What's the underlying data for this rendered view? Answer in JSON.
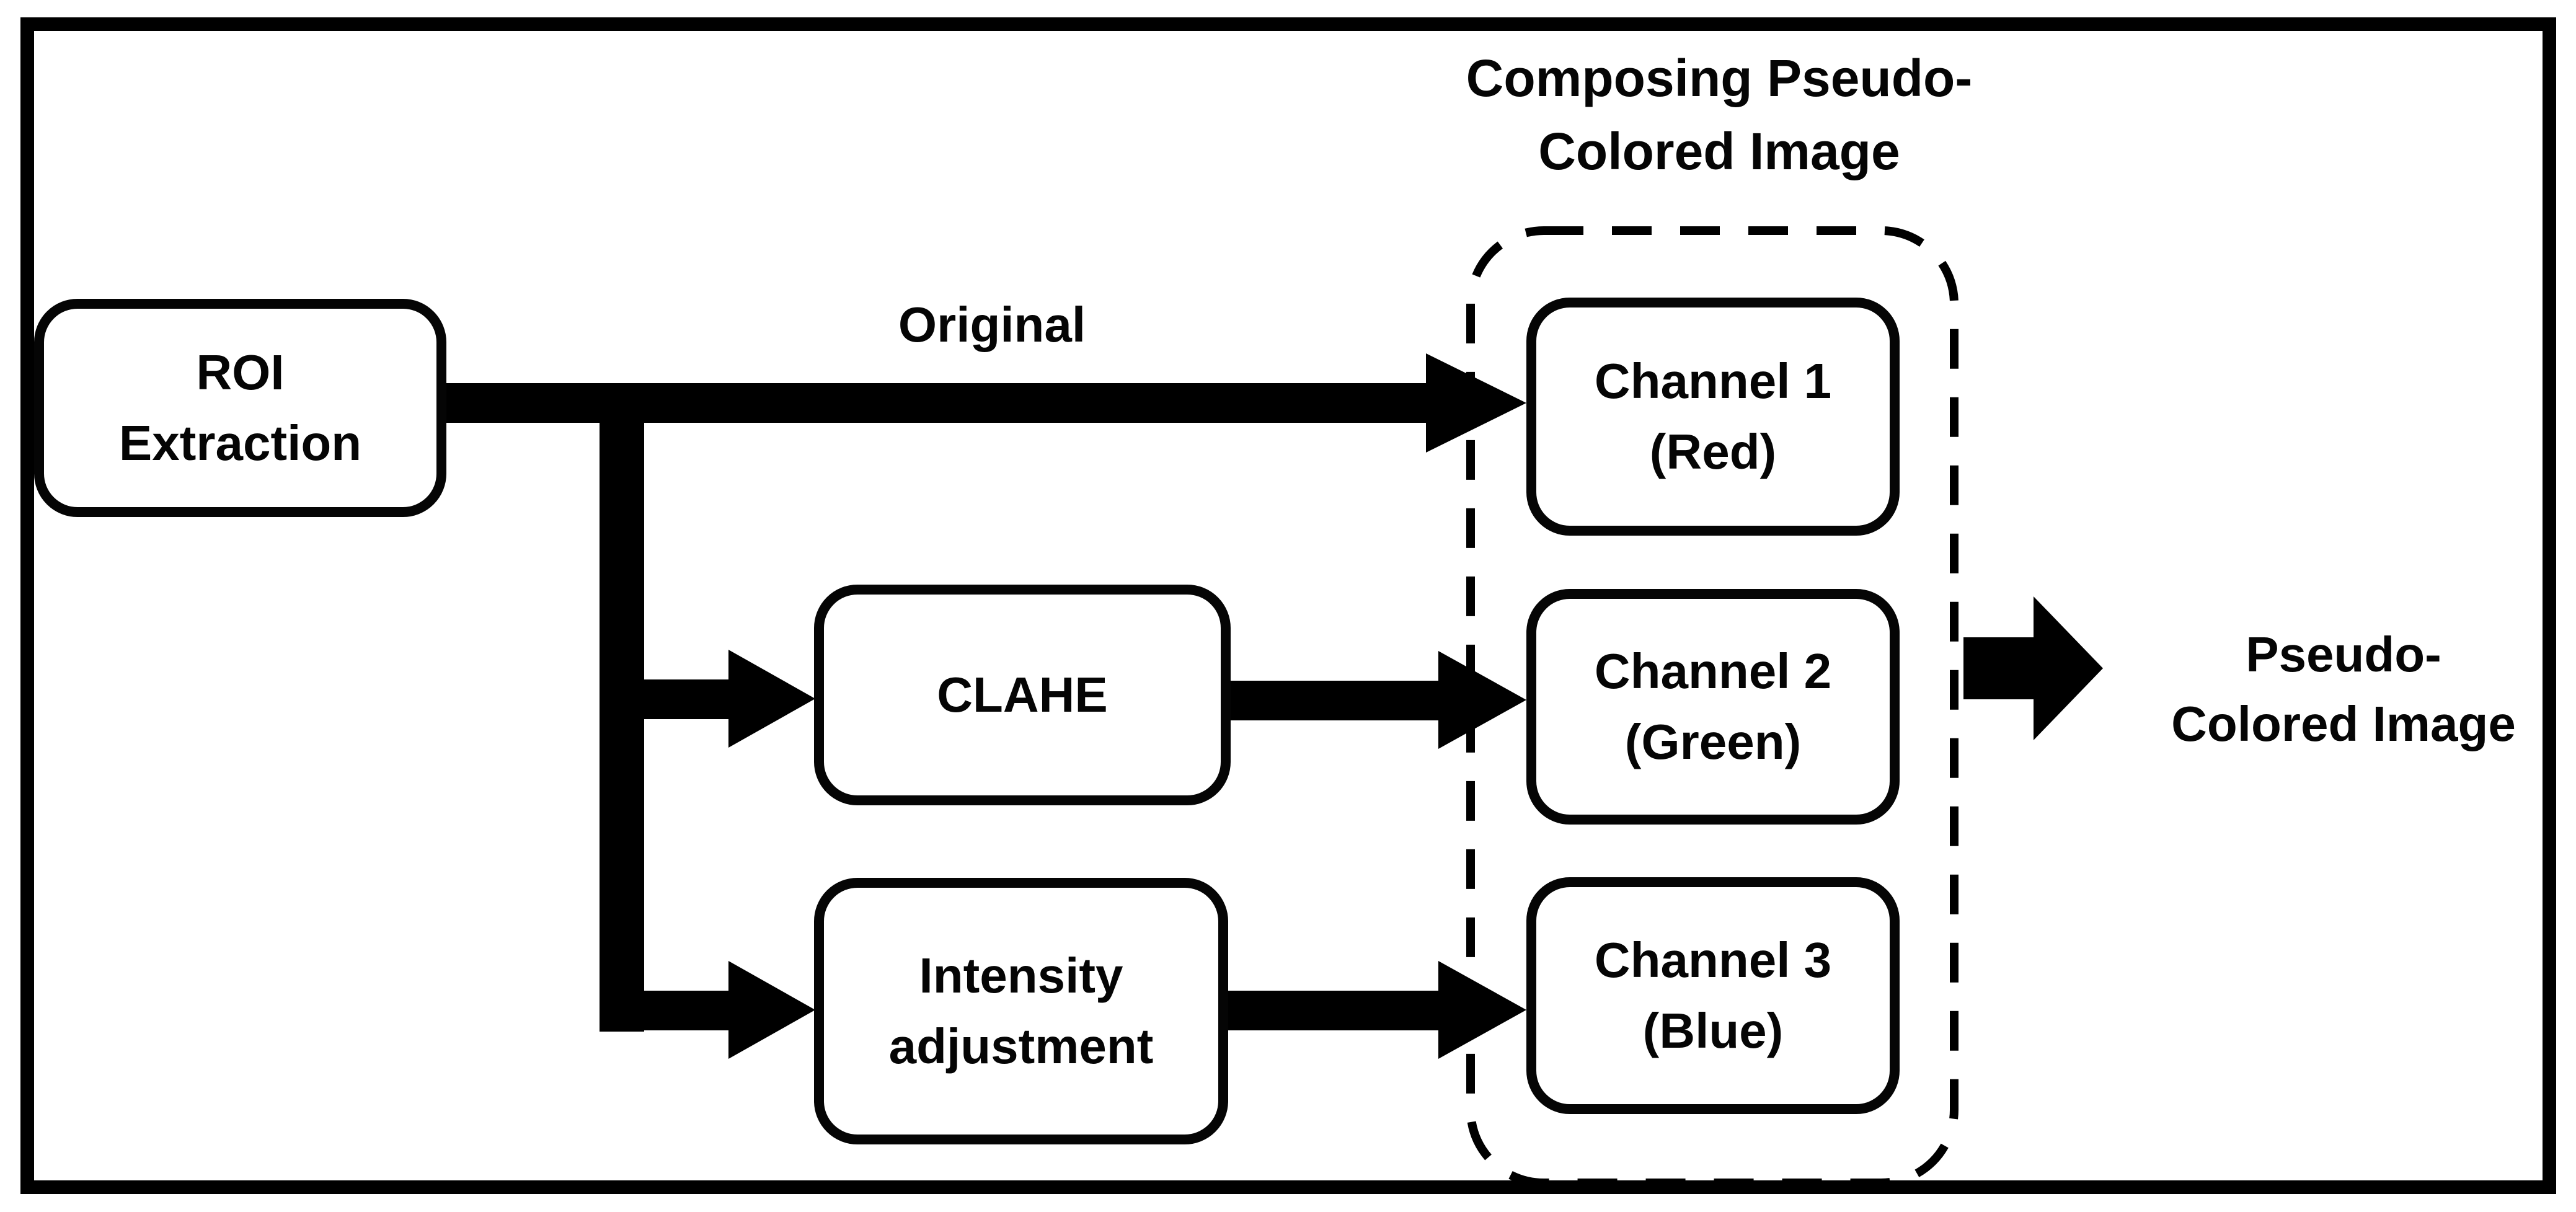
{
  "diagram": {
    "background_color": "#ffffff",
    "stroke_color": "#000000",
    "title": {
      "line1": "Composing Pseudo-",
      "line2": "Colored Image"
    },
    "nodes": {
      "roi": {
        "line1": "ROI",
        "line2": "Extraction"
      },
      "clahe": {
        "line1": "CLAHE"
      },
      "intensity": {
        "line1": "Intensity",
        "line2": "adjustment"
      },
      "channel1": {
        "line1": "Channel 1",
        "line2": "(Red)"
      },
      "channel2": {
        "line1": "Channel 2",
        "line2": "(Green)"
      },
      "channel3": {
        "line1": "Channel 3",
        "line2": "(Blue)"
      }
    },
    "edge_labels": {
      "original": "Original"
    },
    "output_label": {
      "line1": "Pseudo-",
      "line2": "Colored Image"
    },
    "edges": [
      {
        "from": "ROI Extraction",
        "to": "Channel 1 (Red)",
        "label": "Original"
      },
      {
        "from": "ROI Extraction",
        "to": "CLAHE",
        "label": ""
      },
      {
        "from": "ROI Extraction",
        "to": "Intensity adjustment",
        "label": ""
      },
      {
        "from": "CLAHE",
        "to": "Channel 2 (Green)",
        "label": ""
      },
      {
        "from": "Intensity adjustment",
        "to": "Channel 3 (Blue)",
        "label": ""
      },
      {
        "from": "Composing Pseudo-Colored Image group",
        "to": "Pseudo-Colored Image",
        "label": ""
      }
    ]
  }
}
